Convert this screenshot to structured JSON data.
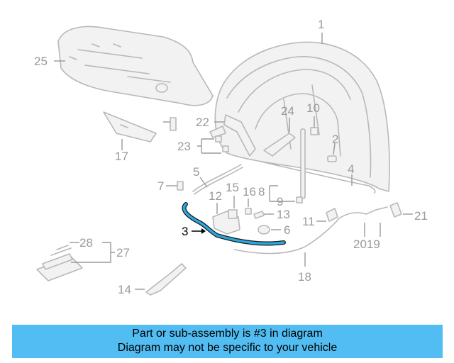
{
  "diagram": {
    "callouts": {
      "c1": "1",
      "c2": "2",
      "c3": "3",
      "c4": "4",
      "c5": "5",
      "c6": "6",
      "c7": "7",
      "c8": "8",
      "c9": "9",
      "c10": "10",
      "c11": "11",
      "c12": "12",
      "c13": "13",
      "c14": "14",
      "c15": "15",
      "c16": "16",
      "c17": "17",
      "c18": "18",
      "c2019": "2019",
      "c21": "21",
      "c22": "22",
      "c23": "23",
      "c24": "24",
      "c25": "25",
      "c27": "27",
      "c28": "28"
    },
    "highlighted_part": "3",
    "highlight_color": "#2aa7e0"
  },
  "banner": {
    "line1": "Part or sub-assembly is #3 in diagram",
    "line2": "Diagram may not be specific to your vehicle",
    "background": "#52bdf2"
  }
}
